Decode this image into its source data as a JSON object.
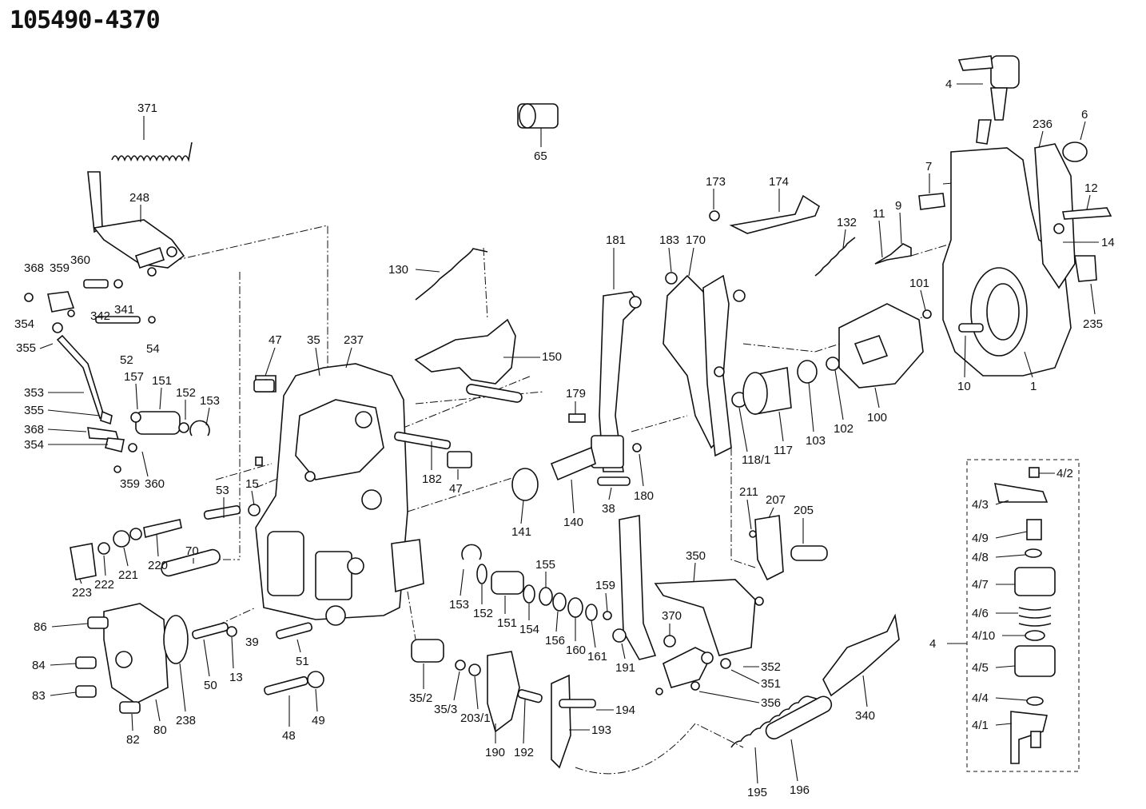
{
  "title": "105490-4370",
  "labels": [
    {
      "id": "371",
      "text": "371"
    },
    {
      "id": "248",
      "text": "248"
    },
    {
      "id": "368a",
      "text": "368"
    },
    {
      "id": "359a",
      "text": "359"
    },
    {
      "id": "360a",
      "text": "360"
    },
    {
      "id": "342",
      "text": "342"
    },
    {
      "id": "341",
      "text": "341"
    },
    {
      "id": "354a",
      "text": "354"
    },
    {
      "id": "355a",
      "text": "355"
    },
    {
      "id": "52",
      "text": "52"
    },
    {
      "id": "54",
      "text": "54"
    },
    {
      "id": "353",
      "text": "353"
    },
    {
      "id": "355b",
      "text": "355"
    },
    {
      "id": "368b",
      "text": "368"
    },
    {
      "id": "354b",
      "text": "354"
    },
    {
      "id": "359b",
      "text": "359"
    },
    {
      "id": "360b",
      "text": "360"
    },
    {
      "id": "157",
      "text": "157"
    },
    {
      "id": "151a",
      "text": "151"
    },
    {
      "id": "152a",
      "text": "152"
    },
    {
      "id": "153a",
      "text": "153"
    },
    {
      "id": "47a",
      "text": "47"
    },
    {
      "id": "35",
      "text": "35"
    },
    {
      "id": "237",
      "text": "237"
    },
    {
      "id": "130",
      "text": "130"
    },
    {
      "id": "150",
      "text": "150"
    },
    {
      "id": "65",
      "text": "65"
    },
    {
      "id": "181",
      "text": "181"
    },
    {
      "id": "183",
      "text": "183"
    },
    {
      "id": "170",
      "text": "170"
    },
    {
      "id": "173",
      "text": "173"
    },
    {
      "id": "174",
      "text": "174"
    },
    {
      "id": "132",
      "text": "132"
    },
    {
      "id": "11",
      "text": "11"
    },
    {
      "id": "9",
      "text": "9"
    },
    {
      "id": "7",
      "text": "7"
    },
    {
      "id": "4a",
      "text": "4"
    },
    {
      "id": "236",
      "text": "236"
    },
    {
      "id": "6",
      "text": "6"
    },
    {
      "id": "12",
      "text": "12"
    },
    {
      "id": "14",
      "text": "14"
    },
    {
      "id": "235",
      "text": "235"
    },
    {
      "id": "101",
      "text": "101"
    },
    {
      "id": "10",
      "text": "10"
    },
    {
      "id": "1",
      "text": "1"
    },
    {
      "id": "100",
      "text": "100"
    },
    {
      "id": "102",
      "text": "102"
    },
    {
      "id": "103",
      "text": "103"
    },
    {
      "id": "117",
      "text": "117"
    },
    {
      "id": "118_1",
      "text": "118/1"
    },
    {
      "id": "179",
      "text": "179"
    },
    {
      "id": "182",
      "text": "182"
    },
    {
      "id": "47b",
      "text": "47"
    },
    {
      "id": "180",
      "text": "180"
    },
    {
      "id": "38",
      "text": "38"
    },
    {
      "id": "140",
      "text": "140"
    },
    {
      "id": "141",
      "text": "141"
    },
    {
      "id": "53",
      "text": "53"
    },
    {
      "id": "15",
      "text": "15"
    },
    {
      "id": "220",
      "text": "220"
    },
    {
      "id": "221",
      "text": "221"
    },
    {
      "id": "222",
      "text": "222"
    },
    {
      "id": "223",
      "text": "223"
    },
    {
      "id": "70",
      "text": "70"
    },
    {
      "id": "86",
      "text": "86"
    },
    {
      "id": "84",
      "text": "84"
    },
    {
      "id": "83",
      "text": "83"
    },
    {
      "id": "82",
      "text": "82"
    },
    {
      "id": "80",
      "text": "80"
    },
    {
      "id": "238",
      "text": "238"
    },
    {
      "id": "50",
      "text": "50"
    },
    {
      "id": "13",
      "text": "13"
    },
    {
      "id": "39",
      "text": "39"
    },
    {
      "id": "51",
      "text": "51"
    },
    {
      "id": "48",
      "text": "48"
    },
    {
      "id": "49",
      "text": "49"
    },
    {
      "id": "153b",
      "text": "153"
    },
    {
      "id": "152b",
      "text": "152"
    },
    {
      "id": "151b",
      "text": "151"
    },
    {
      "id": "155",
      "text": "155"
    },
    {
      "id": "154",
      "text": "154"
    },
    {
      "id": "156",
      "text": "156"
    },
    {
      "id": "160",
      "text": "160"
    },
    {
      "id": "161",
      "text": "161"
    },
    {
      "id": "159",
      "text": "159"
    },
    {
      "id": "191",
      "text": "191"
    },
    {
      "id": "350",
      "text": "350"
    },
    {
      "id": "370",
      "text": "370"
    },
    {
      "id": "211",
      "text": "211"
    },
    {
      "id": "207",
      "text": "207"
    },
    {
      "id": "205",
      "text": "205"
    },
    {
      "id": "352",
      "text": "352"
    },
    {
      "id": "351",
      "text": "351"
    },
    {
      "id": "356",
      "text": "356"
    },
    {
      "id": "35_2",
      "text": "35/2"
    },
    {
      "id": "35_3",
      "text": "35/3"
    },
    {
      "id": "203_1",
      "text": "203/1"
    },
    {
      "id": "190",
      "text": "190"
    },
    {
      "id": "192",
      "text": "192"
    },
    {
      "id": "194",
      "text": "194"
    },
    {
      "id": "193",
      "text": "193"
    },
    {
      "id": "195",
      "text": "195"
    },
    {
      "id": "196",
      "text": "196"
    },
    {
      "id": "340",
      "text": "340"
    },
    {
      "id": "4_2",
      "text": "4/2"
    },
    {
      "id": "4_3",
      "text": "4/3"
    },
    {
      "id": "4_9",
      "text": "4/9"
    },
    {
      "id": "4_8",
      "text": "4/8"
    },
    {
      "id": "4_7",
      "text": "4/7"
    },
    {
      "id": "4_6",
      "text": "4/6"
    },
    {
      "id": "4b",
      "text": "4"
    },
    {
      "id": "4_10",
      "text": "4/10"
    },
    {
      "id": "4_5",
      "text": "4/5"
    },
    {
      "id": "4_4",
      "text": "4/4"
    },
    {
      "id": "4_1",
      "text": "4/1"
    }
  ]
}
